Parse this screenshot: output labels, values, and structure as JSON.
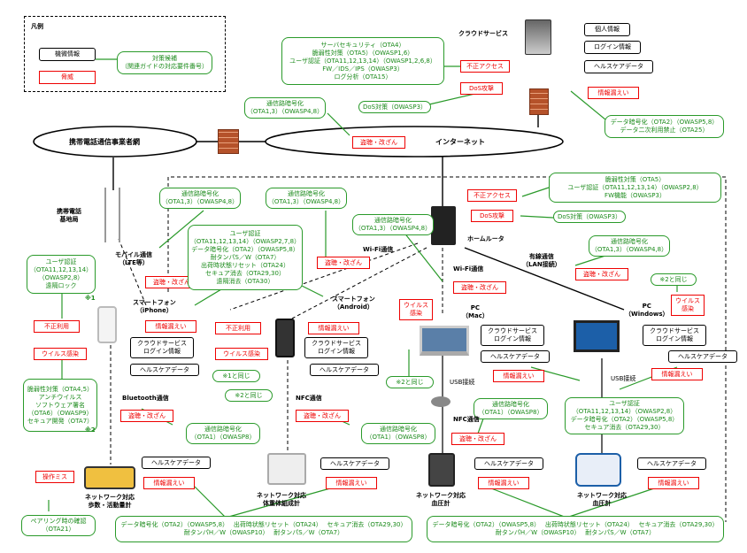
{
  "legend": {
    "title": "凡例",
    "asset_label": "機微情報",
    "measure_label": [
      "対策候補",
      "（関連ガイドの対応要件番号）"
    ],
    "threat_label": "脅威"
  },
  "cloud": {
    "title": "クラウドサービス",
    "data_items": [
      "個人情報",
      "ログイン情報",
      "ヘルスケアデータ"
    ],
    "measures_top": [
      "サーバセキュリティ（OTA4）",
      "脆弱性対策（OTA5）（OWASP1,6）",
      "ユーザ認証（OTA11,12,13,14）（OWASP1,2,6,8）",
      "FW／IDS／IPS（OWASP3）",
      "ログ分析（OTA15）"
    ],
    "threat_access": "不正アクセス",
    "threat_dos": "DoS攻撃",
    "dos_measure": "DoS対策（OWASP3）",
    "threat_leak": "情報漏えい",
    "leak_measures": [
      "データ暗号化（OTA2）（OWASP5,8）",
      "データ二次利用禁止（OTA25）"
    ]
  },
  "networks": {
    "mobile": "携帯電話通信事業者網",
    "internet": "インターネット",
    "internet_measure": [
      "通信路暗号化",
      "（OTA1,3）（OWASP4,8）"
    ],
    "internet_threat": "盗聴・改ざん"
  },
  "base_station": {
    "label": [
      "携帯電話",
      "基地局"
    ]
  },
  "router": {
    "label": "ホームルータ",
    "measures": [
      "脆弱性対策（OTA5）",
      "ユーザ認証（OTA11,12,13,14）（OWASP2,8）",
      "FW機能（OWASP3）"
    ],
    "threat_access": "不正アクセス",
    "threat_dos": "DoS攻撃",
    "dos_measure": "DoS対策（OWASP3）",
    "wifi_label": "Wi-Fi通信",
    "wifi_measure": [
      "通信路暗号化",
      "（OTA1,3）（OWASP4,8）"
    ],
    "wifi_threat": "盗聴・改ざん",
    "wifi_mac": "Wi-Fi通信",
    "wifi_mac_threat": "盗聴・改ざん",
    "lan_label": [
      "有線通信",
      "（LAN接続）"
    ],
    "lan_measure": [
      "通信路暗号化",
      "（OTA1,3）（OWASP4,8）"
    ],
    "lan_threat": "盗聴・改ざん"
  },
  "lte": {
    "label": [
      "モバイル通信",
      "（LTE等）"
    ],
    "measure": [
      "通信路暗号化",
      "（OTA1,3）（OWASP4,8）"
    ],
    "threat": "盗聴・改ざん",
    "wifi_measure": [
      "通信路暗号化",
      "（OTA1,3）（OWASP4,8）"
    ],
    "wifi_threat": "盗聴・改ざん"
  },
  "iphone": {
    "label": [
      "スマートフォン",
      "（iPhone）"
    ],
    "left_measures": [
      "ユーザ認証",
      "（OTA11,12,13,14）",
      "（OWASP2,8）",
      "遠隔ロック"
    ],
    "left_note": "※1",
    "threat_misuse": "不正利用",
    "threat_virus": "ウイルス感染",
    "virus_measures": [
      "脆弱性対策（OTA4,5）",
      "アンチウイルス",
      "ソフトウェア署名",
      "（OTA6）（OWASP9）",
      "セキュア開発（OTA7）"
    ],
    "virus_note": "※2",
    "threat_leak": "情報漏えい",
    "data": [
      "クラウドサービス",
      "ログイン情報"
    ],
    "data_health": "ヘルスケアデータ",
    "center_measures": [
      "ユーザ認証",
      "（OTA11,12,13,14）（OWASP2,7,8）",
      "データ暗号化（OTA2）（OWASP5,8）",
      "耐タンパS／W（OTA7）",
      "出荷時状態リセット（OTA24）",
      "セキュア消去（OTA29,30）",
      "遠隔消去（OTA30）"
    ]
  },
  "android": {
    "label": [
      "スマートフォン",
      "（Android）"
    ],
    "threat_misuse": "不正利用",
    "threat_virus": "ウイルス感染",
    "same1": "※1と同じ",
    "same2": "※2と同じ",
    "threat_leak": "情報漏えい",
    "data": [
      "クラウドサービス",
      "ログイン情報"
    ],
    "data_health": "ヘルスケアデータ"
  },
  "mac": {
    "label": [
      "PC",
      "（Mac）"
    ],
    "threat_virus": [
      "ウイルス",
      "感染"
    ],
    "same2": "※2と同じ",
    "data": [
      "クラウドサービス",
      "ログイン情報"
    ],
    "data_health": "ヘルスケアデータ",
    "threat_leak": "情報漏えい",
    "usb": "USB接続"
  },
  "windows": {
    "label": [
      "PC",
      "（Windows）"
    ],
    "same2": "※2と同じ",
    "threat_virus": [
      "ウイルス",
      "感染"
    ],
    "data": [
      "クラウドサービス",
      "ログイン情報"
    ],
    "data_health": "ヘルスケアデータ",
    "threat_leak": "情報漏えい",
    "usb": "USB接続",
    "measures": [
      "ユーザ認証",
      "（OTA11,12,13,14）（OWASP2,8）",
      "データ暗号化（OTA2）（OWASP5,8）",
      "セキュア消去（OTA29,30）"
    ]
  },
  "bluetooth": {
    "label": "Bluetooth通信",
    "threat": "盗聴・改ざん",
    "measure": [
      "通信路暗号化",
      "（OTA1）（OWASP8）"
    ]
  },
  "nfc1": {
    "label": "NFC通信",
    "threat": "盗聴・改ざん",
    "measure": [
      "通信路暗号化",
      "（OTA1）（OWASP8）"
    ]
  },
  "nfc2": {
    "label": "NFC通信",
    "measure": [
      "通信路暗号化",
      "（OTA1）（OWASP8）"
    ],
    "threat": "盗聴・改ざん"
  },
  "pedometer": {
    "label": [
      "ネットワーク対応",
      "歩数・活動量計"
    ],
    "threat_op": "操作ミス",
    "pairing": [
      "ペアリング時の確認",
      "（OTA21）"
    ],
    "data_health": "ヘルスケアデータ",
    "threat_leak": "情報漏えい"
  },
  "scale": {
    "label": [
      "ネットワーク対応",
      "体重体組成計"
    ],
    "data_health": "ヘルスケアデータ",
    "threat_leak": "情報漏えい"
  },
  "bp1": {
    "label": [
      "ネットワーク対応",
      "血圧計"
    ],
    "data_health": "ヘルスケアデータ",
    "threat_leak": "情報漏えい"
  },
  "bp2": {
    "label": [
      "ネットワーク対応",
      "血圧計"
    ],
    "data_health": "ヘルスケアデータ",
    "threat_leak": "情報漏えい"
  },
  "bottom_measures_left": [
    "データ暗号化（OTA2）（OWASP5,8）",
    "出荷時状態リセット（OTA24）",
    "セキュア消去（OTA29,30）",
    "耐タンパH／W（OWASP10）",
    "耐タンパS／W（OTA7）"
  ],
  "bottom_measures_right": [
    "データ暗号化（OTA2）（OWASP5,8）",
    "出荷時状態リセット（OTA24）",
    "セキュア消去（OTA29,30）",
    "耐タンパH／W（OWASP10）",
    "耐タンパS／W（OTA7）"
  ]
}
